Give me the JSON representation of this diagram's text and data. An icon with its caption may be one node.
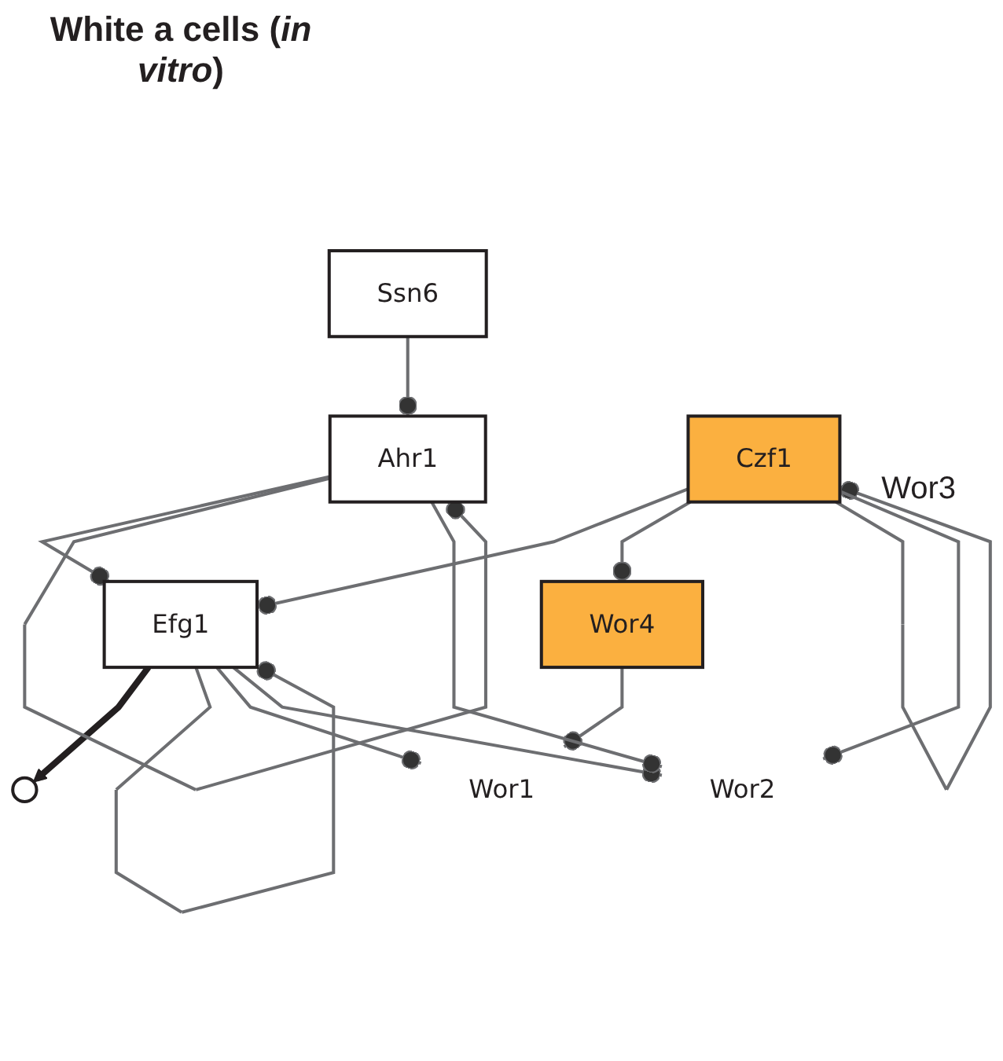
{
  "diagram": {
    "title": "White a cells (*in vitro*)",
    "nodes": [
      {
        "text": [],
        "shape": "circle"
      },
      {
        "text": [
          "Efg1"
        ]
      },
      {
        "text": [
          "Ssn6"
        ]
      },
      {
        "text": [
          "Wor4"
        ]
      },
      {
        "text": [
          "Ahr1"
        ]
      },
      {
        "text": [
          "Czf1"
        ]
      },
      {
        "text": [
          "Wor2"
        ]
      },
      {
        "text": [
          "Wor1"
        ]
      }
    ],
    "edges": [
      {
        "from": 1,
        "to": 0,
        "arrow": "to",
        "style": "thick",
        "color": "#231f20"
      },
      {
        "from": 1,
        "to": 1,
        "arrow": "other"
      },
      {
        "from": 4,
        "to": 1,
        "arrow": "other"
      },
      {
        "from": 5,
        "to": 1,
        "arrow": "other"
      },
      {
        "from": 1,
        "to": 7,
        "arrow": "other"
      },
      {
        "from": 1,
        "to": 6,
        "arrow": "other"
      },
      {
        "from": 2,
        "to": 4,
        "arrow": "other"
      },
      {
        "from": 5,
        "to": 3,
        "arrow": "other"
      },
      {
        "from": 3,
        "to": 7,
        "arrow": "other"
      },
      {
        "from": 4,
        "to": 4,
        "arrow": "other"
      },
      {
        "from": 4,
        "to": 6,
        "arrow": "other"
      },
      {
        "from": 5,
        "to": 5,
        "arrow": "other"
      },
      {
        "from": 5,
        "to": 6,
        "arrow": "other"
      }
    ],
    "labels": [
      "Wor3"
    ]
  }
}
